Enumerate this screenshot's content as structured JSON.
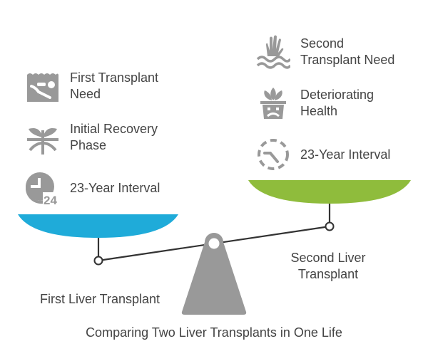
{
  "title": "Comparing Two Liver Transplants in One Life",
  "colors": {
    "left_pan": "#1fabd9",
    "right_pan": "#8fbc3c",
    "icon": "#999999",
    "beam": "#333333",
    "fulcrum": "#999999"
  },
  "left": {
    "caption": "First Liver Transplant",
    "items": [
      {
        "icon": "drowning-swimmer-icon",
        "label_line1": "First Transplant",
        "label_line2": "Need"
      },
      {
        "icon": "sprout-roots-icon",
        "label_line1": "Initial Recovery",
        "label_line2": "Phase"
      },
      {
        "icon": "clock-24-icon",
        "label_line1": "23-Year Interval",
        "label_line2": "",
        "badge": "24"
      }
    ]
  },
  "right": {
    "caption_line1": "Second Liver",
    "caption_line2": "Transplant",
    "items": [
      {
        "icon": "hand-in-water-icon",
        "label_line1": "Second",
        "label_line2": "Transplant Need"
      },
      {
        "icon": "sad-plant-pot-icon",
        "label_line1": "Deteriorating",
        "label_line2": "Health"
      },
      {
        "icon": "dashed-clock-icon",
        "label_line1": "23-Year Interval",
        "label_line2": ""
      }
    ]
  }
}
